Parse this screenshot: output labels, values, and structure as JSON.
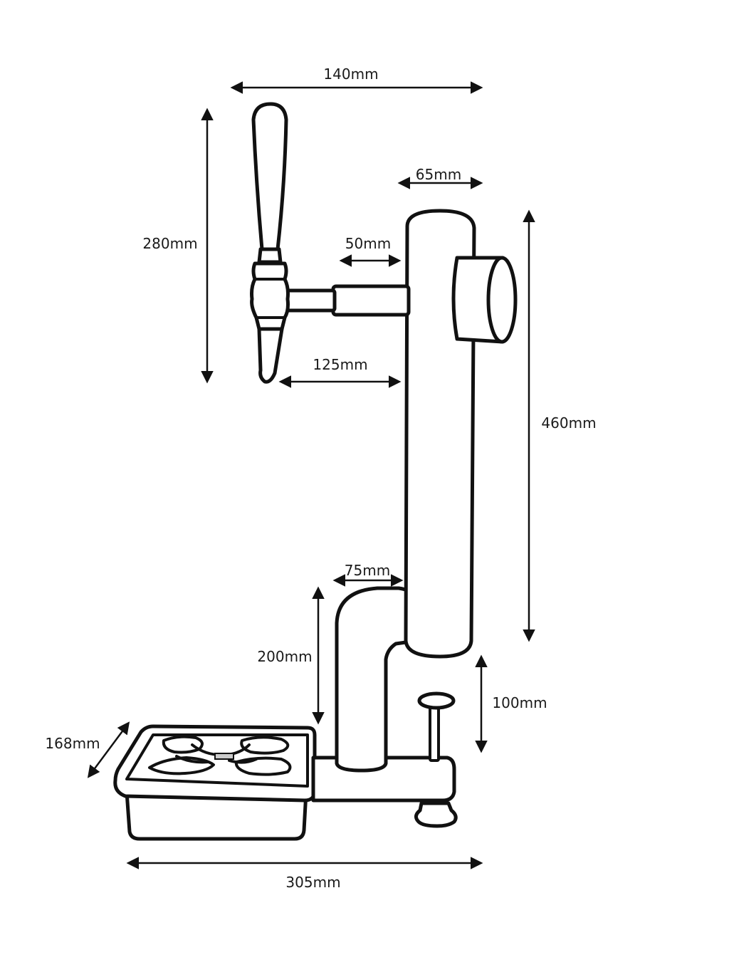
{
  "dimensions": {
    "top_width": "140mm",
    "tap_height": "280mm",
    "column_width": "65mm",
    "arm_length": "50mm",
    "spout_offset": "125mm",
    "column_height": "460mm",
    "elbow_width": "75mm",
    "riser_height": "200mm",
    "base_height": "100mm",
    "tray_depth": "168mm",
    "overall_width": "305mm"
  },
  "colors": {
    "stroke": "#111111",
    "background": "#ffffff"
  }
}
